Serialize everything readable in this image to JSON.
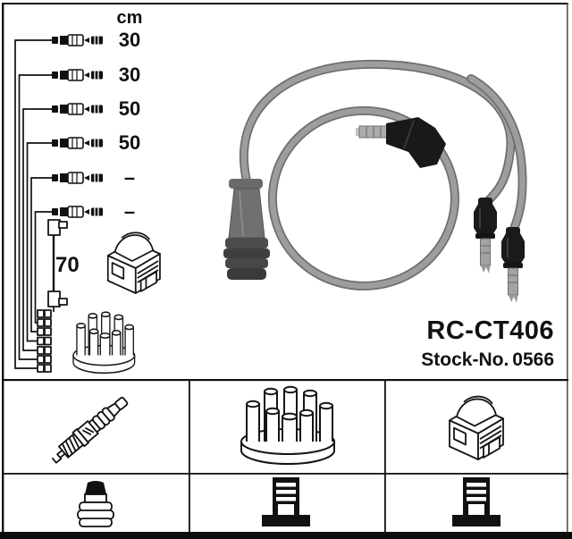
{
  "product": {
    "part_number": "RC-CT406",
    "stock_number_label": "Stock-No.",
    "stock_number": "0566"
  },
  "diagram": {
    "unit_header": "cm",
    "leads": [
      {
        "name": "lead-1",
        "length_cm": "30"
      },
      {
        "name": "lead-2",
        "length_cm": "30"
      },
      {
        "name": "lead-3",
        "length_cm": "50"
      },
      {
        "name": "lead-4",
        "length_cm": "50"
      },
      {
        "name": "lead-5",
        "length_cm": "–"
      },
      {
        "name": "lead-6",
        "length_cm": "–"
      }
    ],
    "coil_wire": {
      "name": "coil-lead",
      "length_cm": "70"
    },
    "drawings": [
      "ignition-coil-drawing",
      "distributor-cap-drawing"
    ]
  },
  "photo": {
    "description": "ignition-cable-set-photo",
    "elements": [
      "spark-plug-boot",
      "angled-coil-boot",
      "straight-boot-1",
      "straight-boot-2",
      "cable-loops"
    ]
  },
  "spec_grid": {
    "cells": [
      {
        "icon": "spark-plug-icon"
      },
      {
        "icon": "distributor-cap-icon"
      },
      {
        "icon": "ignition-coil-icon"
      },
      {
        "icon": "plug-terminal-icon"
      },
      {
        "icon": "din-terminal-icon"
      },
      {
        "icon": "din-terminal-icon"
      }
    ]
  },
  "colors": {
    "background": "#ffffff",
    "ink": "#111111",
    "cable_gray": "#9d9d9d",
    "boot_black": "#1a1a1a"
  }
}
